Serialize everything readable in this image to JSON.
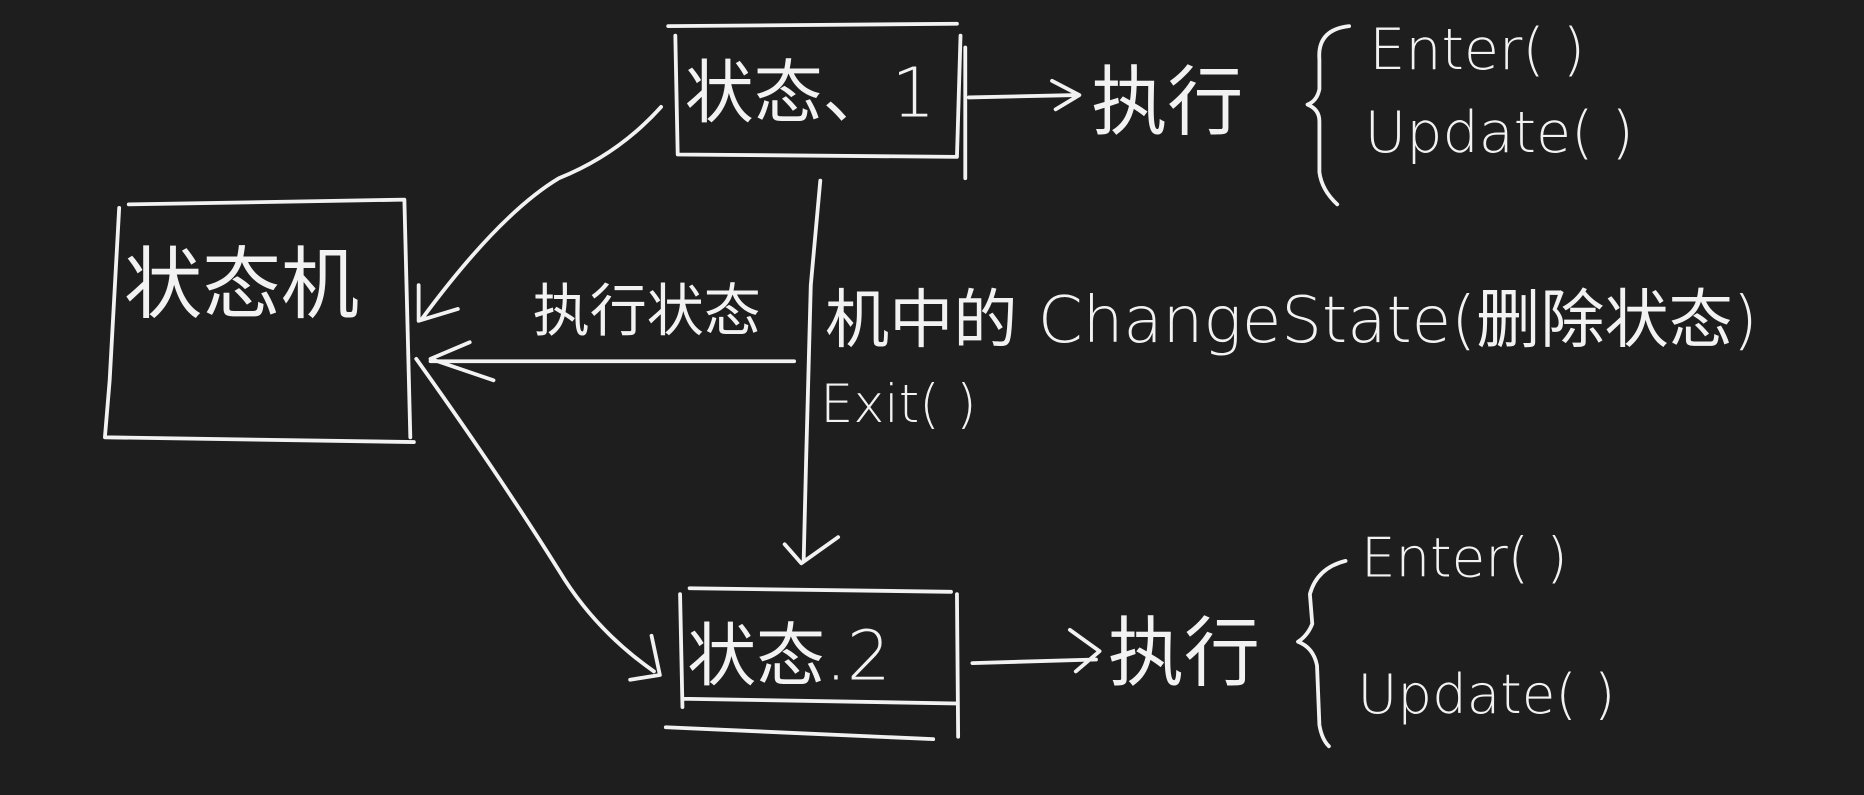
{
  "background_color": "#1e1e1e",
  "ink_color": "#f2f2f2",
  "state_machine": {
    "label": "状态机"
  },
  "state1": {
    "label": "状态、1",
    "exec_label": "执行",
    "methods": [
      "Enter( )",
      "Update( )"
    ]
  },
  "state2": {
    "label": "状态.2",
    "exec_label": "执行",
    "methods": [
      "Enter( )",
      "Update( )"
    ]
  },
  "transitions": {
    "exec_state_label": "执行状态",
    "change_state_label": "机中的 ChangeState(删除状态)",
    "exit_label": "Exit( )"
  }
}
